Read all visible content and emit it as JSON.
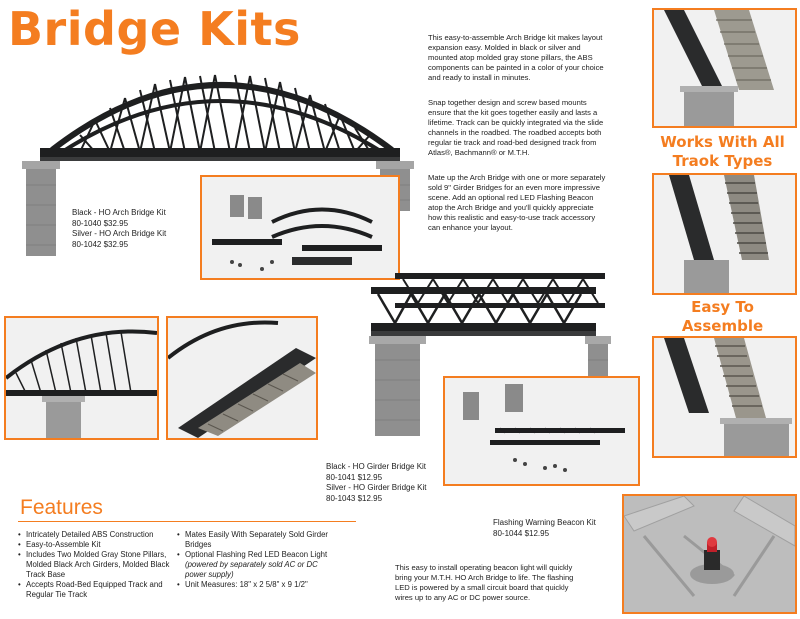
{
  "title": "Bridge Kits",
  "intro_paragraphs": [
    [
      "This easy-to-assemble Arch Bridge kit makes layout",
      "expansion easy.  Molded in black or silver and",
      "mounted atop molded gray stone pillars, the ABS",
      "components can be painted in a color of your choice",
      "and ready to install in minutes."
    ],
    [
      "Snap together design and screw based mounts",
      "ensure that the kit goes together easily and lasts a",
      "lifetime.  Track can be quickly integrated via the slide",
      "channels in the roadbed.  The roadbed accepts both",
      "regular tie track and road-bed designed track from",
      "Atlas®, Bachmann® or M.T.H."
    ],
    [
      "Mate up the Arch Bridge with one or more separately",
      "sold 9\" Girder Bridges for an even more impressive",
      "scene.  Add an optional red LED Flashing Beacon",
      "atop the Arch Bridge and you'll quickly appreciate",
      "how this realistic and easy-to-use track accessory",
      "can enhance your layout."
    ]
  ],
  "callouts": {
    "works_line1": "Works With All",
    "works_line2": "Traok Types",
    "easy_line1": "Easy To",
    "easy_line2": "Assemble"
  },
  "arch_kit_caption": [
    "Black - HO Arch Bridge Kit",
    "80-1040   $32.95",
    "Silver - HO Arch Bridge Kit",
    "80-1042   $32.95"
  ],
  "girder_kit_caption": [
    "Black - HO Girder Bridge Kit",
    "80-1041   $12.95",
    "Silver - HO Girder Bridge Kit",
    "80-1043   $12.95"
  ],
  "beacon_caption": [
    "Flashing Warning Beacon Kit",
    "80-1044   $12.95"
  ],
  "beacon_description": [
    "This easy to install operating beacon light will quickly",
    "bring your M.T.H. HO Arch Bridge to life.  The flashing",
    "LED is powered by a small circuit board that quickly",
    "wires up to any AC or DC power source."
  ],
  "features": {
    "heading": "Features",
    "col1": [
      {
        "text": "Intricately Detailed ABS Construction"
      },
      {
        "text": "Easy-to-Assemble Kit"
      },
      {
        "text": "Includes Two Molded Gray Stone Pillars, Molded Black Arch Girders, Molded Black Track Base"
      },
      {
        "text": "Accepts Road-Bed Equipped Track and Regular Tie Track"
      }
    ],
    "col2": [
      {
        "text": "Mates Easily With Separately Sold Girder Bridges"
      },
      {
        "text": "Optional Flashing Red LED Beacon Light ",
        "note": "(powered by separately sold AC or DC power supply)"
      },
      {
        "text": "Unit Measures: 18\" x 2 5/8\" x 9 1/2\""
      }
    ]
  },
  "colors": {
    "accent": "#f47d20",
    "bridge": "#1e1f20",
    "stone": "#9a9a9a"
  }
}
